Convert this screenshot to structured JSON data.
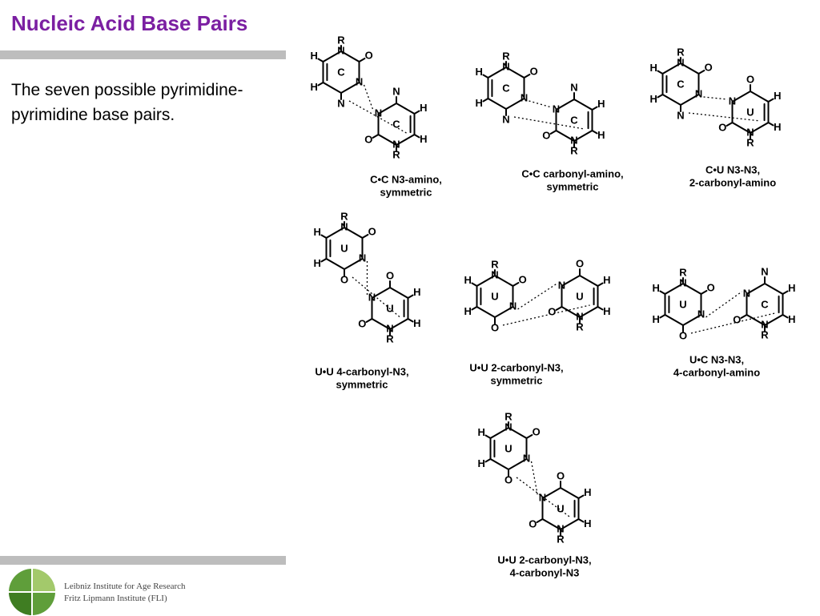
{
  "slide": {
    "title": "Nucleic Acid Base Pairs",
    "body": "The seven possible pyrimidine-pyrimidine base pairs."
  },
  "logo": {
    "line1": "Leibniz Institute for Age Research",
    "line2": "Fritz Lipmann Institute (FLI)"
  },
  "figure": {
    "pairs": [
      {
        "id": "cc-n3-amino",
        "rings": [
          "C",
          "C"
        ],
        "caption": [
          "C•C   N3-amino,",
          "symmetric"
        ]
      },
      {
        "id": "cc-carbonyl-amino",
        "rings": [
          "C",
          "C"
        ],
        "caption": [
          "C•C   carbonyl-amino,",
          "symmetric"
        ]
      },
      {
        "id": "cu-n3-n3",
        "rings": [
          "C",
          "U"
        ],
        "caption": [
          "C•U   N3-N3,",
          "2-carbonyl-amino"
        ]
      },
      {
        "id": "uu-4-carbonyl-n3",
        "rings": [
          "U",
          "U"
        ],
        "caption": [
          "U•U   4-carbonyl-N3,",
          "symmetric"
        ]
      },
      {
        "id": "uu-2-carbonyl-n3",
        "rings": [
          "U",
          "U"
        ],
        "caption": [
          "U•U   2-carbonyl-N3,",
          "symmetric"
        ]
      },
      {
        "id": "uc-n3-n3",
        "rings": [
          "U",
          "C"
        ],
        "caption": [
          "U•C   N3-N3,",
          "4-carbonyl-amino"
        ]
      },
      {
        "id": "uu-2-carbonyl-n3-4-carbonyl-n3",
        "rings": [
          "U",
          "U"
        ],
        "caption": [
          "U•U   2-carbonyl-N3,",
          "4-carbonyl-N3"
        ]
      }
    ]
  }
}
